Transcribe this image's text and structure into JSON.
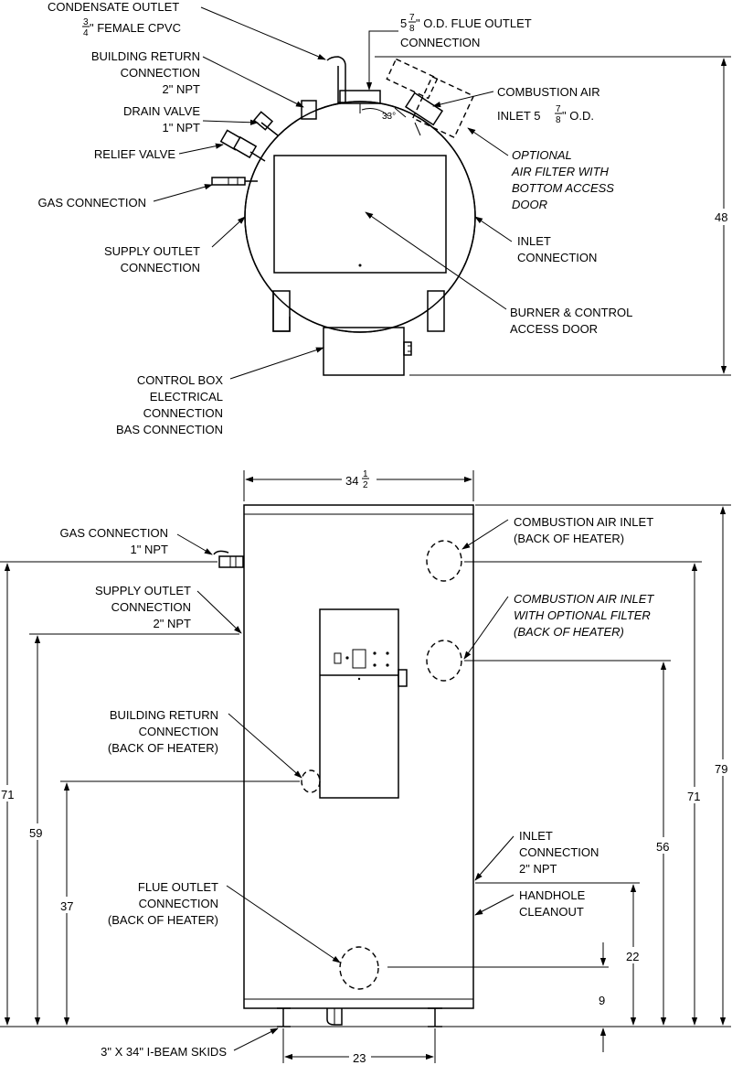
{
  "top_view": {
    "condensate_outlet": [
      "CONDENSATE OUTLET",
      "\" FEMALE CPVC"
    ],
    "condensate_frac": {
      "num": "3",
      "den": "4"
    },
    "flue_outlet": [
      "\" O.D. FLUE OUTLET",
      "CONNECTION"
    ],
    "flue_whole": "5",
    "flue_frac": {
      "num": "7",
      "den": "8"
    },
    "building_return": [
      "BUILDING RETURN",
      "CONNECTION",
      "2\" NPT"
    ],
    "drain_valve": [
      "DRAIN VALVE",
      "1\" NPT"
    ],
    "relief_valve": "RELIEF VALVE",
    "gas_connection": "GAS CONNECTION",
    "supply_outlet": [
      "SUPPLY OUTLET",
      "CONNECTION"
    ],
    "combustion_air": [
      "COMBUSTION AIR",
      "INLET 5",
      "\" O.D."
    ],
    "combustion_frac": {
      "num": "7",
      "den": "8"
    },
    "optional_filter": [
      "OPTIONAL",
      "AIR FILTER WITH",
      "BOTTOM ACCESS",
      "DOOR"
    ],
    "inlet_connection": [
      "INLET",
      "CONNECTION"
    ],
    "burner_door": [
      "BURNER & CONTROL",
      "ACCESS DOOR"
    ],
    "control_box": [
      "CONTROL BOX",
      "ELECTRICAL",
      "CONNECTION",
      "BAS CONNECTION"
    ],
    "angle": "33°",
    "height_dim": "48"
  },
  "front_view": {
    "width_whole": "34",
    "width_frac": {
      "num": "1",
      "den": "2"
    },
    "gas_connection": [
      "GAS CONNECTION",
      "1\" NPT"
    ],
    "supply_outlet": [
      "SUPPLY OUTLET",
      "CONNECTION",
      "2\" NPT"
    ],
    "building_return": [
      "BUILDING RETURN",
      "CONNECTION",
      "(BACK OF HEATER)"
    ],
    "flue_outlet": [
      "FLUE OUTLET",
      "CONNECTION",
      "(BACK OF HEATER)"
    ],
    "skids": "3\" X 34\" I-BEAM SKIDS",
    "combustion_inlet": [
      "COMBUSTION AIR INLET",
      "(BACK OF HEATER)"
    ],
    "combustion_filter": [
      "COMBUSTION AIR INLET",
      "WITH OPTIONAL FILTER",
      "(BACK OF HEATER)"
    ],
    "inlet_connection": [
      "INLET",
      "CONNECTION",
      "2\" NPT"
    ],
    "handhole": [
      "HANDHOLE",
      "CLEANOUT"
    ],
    "dims": {
      "left_71": "71",
      "left_59": "59",
      "left_37": "37",
      "right_79": "79",
      "right_71": "71",
      "right_56": "56",
      "right_22": "22",
      "right_9": "9",
      "skid_23": "23"
    }
  }
}
